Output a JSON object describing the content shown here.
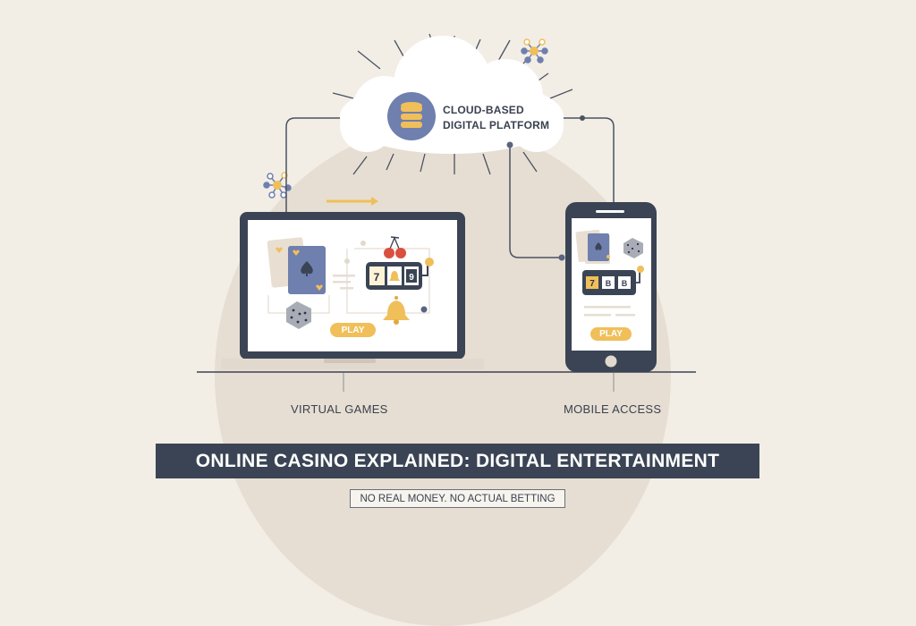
{
  "cloud": {
    "line1": "CLOUD-BASED",
    "line2": "DIGITAL PLATFORM",
    "icon": "database-icon"
  },
  "laptop": {
    "label": "VIRTUAL GAMES",
    "play_label": "PLAY",
    "slot_reels": [
      "7",
      "bell",
      "9"
    ]
  },
  "phone": {
    "label": "MOBILE ACCESS",
    "play_label": "PLAY",
    "slot_reels": [
      "7",
      "B",
      "B"
    ]
  },
  "title": "ONLINE CASINO EXPLAINED: DIGITAL ENTERTAINMENT",
  "disclaimer": "NO REAL MONEY. NO ACTUAL BETTING",
  "colors": {
    "background": "#f2eee6",
    "arc": "#e6ded2",
    "dark": "#3a4454",
    "accent_yellow": "#f0bf5a",
    "accent_blue": "#6f7fae",
    "cherry_red": "#d9503f"
  }
}
